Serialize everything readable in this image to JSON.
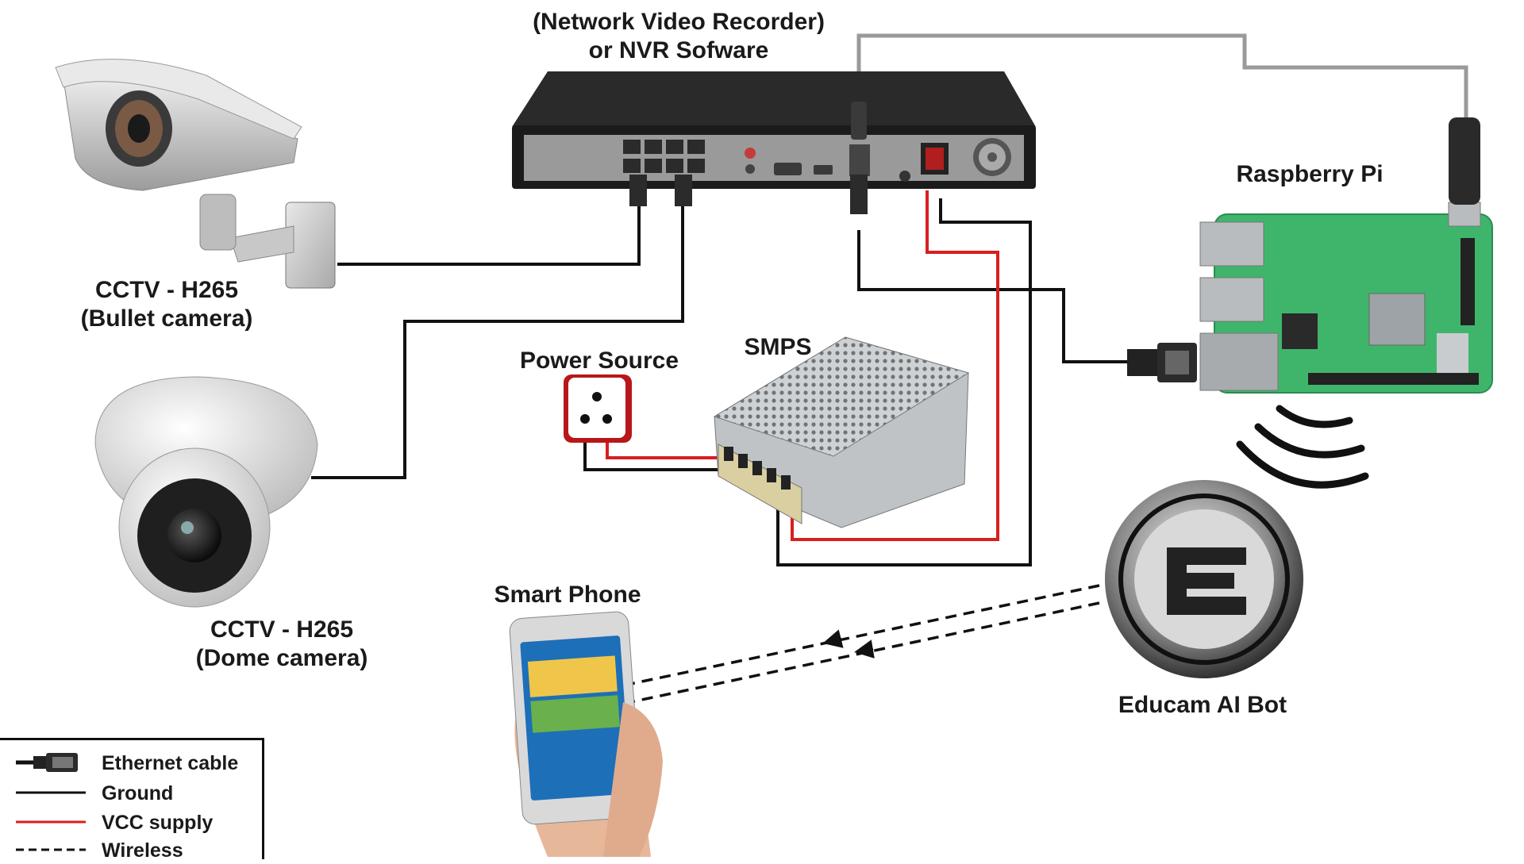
{
  "labels": {
    "nvr_line1": "(Network Video Recorder)",
    "nvr_line2": "or NVR Sofware",
    "raspberry_pi": "Raspberry Pi",
    "bullet_line1": "CCTV - H265",
    "bullet_line2": "(Bullet camera)",
    "dome_line1": "CCTV - H265",
    "dome_line2": "(Dome camera)",
    "power_source": "Power Source",
    "smps": "SMPS",
    "smart_phone": "Smart Phone",
    "educam": "Educam AI Bot"
  },
  "legend": {
    "ethernet": "Ethernet cable",
    "ground": "Ground",
    "vcc": "VCC supply",
    "wireless": "Wireless"
  },
  "colors": {
    "ground": "#111111",
    "vcc": "#d81f1f",
    "pcb": "#3fb56b",
    "nvr": "#1e1e1e",
    "usb_cable": "#9a9a9a"
  },
  "icons": {
    "nvr": "nvr-device-icon",
    "bullet": "bullet-camera-icon",
    "dome": "dome-camera-icon",
    "smps": "smps-unit-icon",
    "power": "power-socket-icon",
    "pi": "raspberry-pi-board-icon",
    "phone": "smartphone-icon",
    "educam": "educam-logo-icon",
    "wifi": "wireless-signal-icon"
  }
}
